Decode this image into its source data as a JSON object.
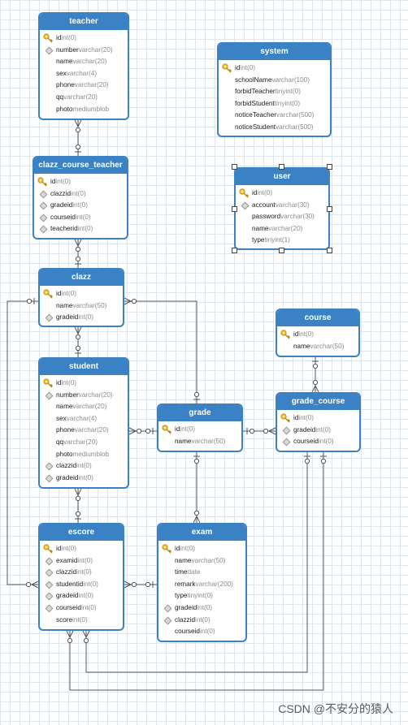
{
  "watermark": "CSDN @不安分的猿人",
  "entities": [
    {
      "id": "teacher",
      "title": "teacher",
      "fields": [
        {
          "name": "id",
          "type": "int(0)",
          "icon": "key"
        },
        {
          "name": "number",
          "type": "varchar(20)",
          "icon": "fk"
        },
        {
          "name": "name",
          "type": "varchar(20)",
          "icon": "none"
        },
        {
          "name": "sex",
          "type": "varchar(4)",
          "icon": "none"
        },
        {
          "name": "phone",
          "type": "varchar(20)",
          "icon": "none"
        },
        {
          "name": "qq",
          "type": "varchar(20)",
          "icon": "none"
        },
        {
          "name": "photo",
          "type": "mediumblob",
          "icon": "none"
        }
      ]
    },
    {
      "id": "clazz_course_teacher",
      "title": "clazz_course_teacher",
      "fields": [
        {
          "name": "id",
          "type": "int(0)",
          "icon": "key"
        },
        {
          "name": "clazzid",
          "type": "int(0)",
          "icon": "fk"
        },
        {
          "name": "gradeid",
          "type": "int(0)",
          "icon": "fk"
        },
        {
          "name": "courseid",
          "type": "int(0)",
          "icon": "fk"
        },
        {
          "name": "teacherid",
          "type": "int(0)",
          "icon": "fk"
        }
      ]
    },
    {
      "id": "clazz",
      "title": "clazz",
      "fields": [
        {
          "name": "id",
          "type": "int(0)",
          "icon": "key"
        },
        {
          "name": "name",
          "type": "varchar(50)",
          "icon": "none"
        },
        {
          "name": "gradeid",
          "type": "int(0)",
          "icon": "fk"
        }
      ]
    },
    {
      "id": "student",
      "title": "student",
      "fields": [
        {
          "name": "id",
          "type": "int(0)",
          "icon": "key"
        },
        {
          "name": "number",
          "type": "varchar(20)",
          "icon": "fk"
        },
        {
          "name": "name",
          "type": "varchar(20)",
          "icon": "none"
        },
        {
          "name": "sex",
          "type": "varchar(4)",
          "icon": "none"
        },
        {
          "name": "phone",
          "type": "varchar(20)",
          "icon": "none"
        },
        {
          "name": "qq",
          "type": "varchar(20)",
          "icon": "none"
        },
        {
          "name": "photo",
          "type": "mediumblob",
          "icon": "none"
        },
        {
          "name": "clazzid",
          "type": "int(0)",
          "icon": "fk"
        },
        {
          "name": "gradeid",
          "type": "int(0)",
          "icon": "fk"
        }
      ]
    },
    {
      "id": "escore",
      "title": "escore",
      "fields": [
        {
          "name": "id",
          "type": "int(0)",
          "icon": "key"
        },
        {
          "name": "examid",
          "type": "int(0)",
          "icon": "fk"
        },
        {
          "name": "clazzid",
          "type": "int(0)",
          "icon": "fk"
        },
        {
          "name": "studentid",
          "type": "int(0)",
          "icon": "fk"
        },
        {
          "name": "gradeid",
          "type": "int(0)",
          "icon": "fk"
        },
        {
          "name": "courseid",
          "type": "int(0)",
          "icon": "fk"
        },
        {
          "name": "score",
          "type": "int(0)",
          "icon": "none"
        }
      ]
    },
    {
      "id": "grade",
      "title": "grade",
      "fields": [
        {
          "name": "id",
          "type": "int(0)",
          "icon": "key"
        },
        {
          "name": "name",
          "type": "varchar(50)",
          "icon": "none"
        }
      ]
    },
    {
      "id": "exam",
      "title": "exam",
      "fields": [
        {
          "name": "id",
          "type": "int(0)",
          "icon": "key"
        },
        {
          "name": "name",
          "type": "varchar(50)",
          "icon": "none"
        },
        {
          "name": "time",
          "type": "date",
          "icon": "none"
        },
        {
          "name": "remark",
          "type": "varchar(200)",
          "icon": "none"
        },
        {
          "name": "type",
          "type": "tinyint(0)",
          "icon": "none"
        },
        {
          "name": "gradeid",
          "type": "int(0)",
          "icon": "fk"
        },
        {
          "name": "clazzid",
          "type": "int(0)",
          "icon": "fk"
        },
        {
          "name": "courseid",
          "type": "int(0)",
          "icon": "none"
        }
      ]
    },
    {
      "id": "system",
      "title": "system",
      "fields": [
        {
          "name": "id",
          "type": "int(0)",
          "icon": "key"
        },
        {
          "name": "schoolName",
          "type": "varchar(100)",
          "icon": "none"
        },
        {
          "name": "forbidTeacher",
          "type": "tinyint(0)",
          "icon": "none"
        },
        {
          "name": "forbidStudent",
          "type": "tinyint(0)",
          "icon": "none"
        },
        {
          "name": "noticeTeacher",
          "type": "varchar(500)",
          "icon": "none"
        },
        {
          "name": "noticeStudent",
          "type": "varchar(500)",
          "icon": "none"
        }
      ]
    },
    {
      "id": "user",
      "title": "user",
      "fields": [
        {
          "name": "id",
          "type": "int(0)",
          "icon": "key"
        },
        {
          "name": "account",
          "type": "varchar(30)",
          "icon": "fk"
        },
        {
          "name": "password",
          "type": "varchar(30)",
          "icon": "none"
        },
        {
          "name": "name",
          "type": "varchar(20)",
          "icon": "none"
        },
        {
          "name": "type",
          "type": "tinyint(1)",
          "icon": "none"
        }
      ]
    },
    {
      "id": "course",
      "title": "course",
      "fields": [
        {
          "name": "id",
          "type": "int(0)",
          "icon": "key"
        },
        {
          "name": "name",
          "type": "varchar(50)",
          "icon": "none"
        }
      ]
    },
    {
      "id": "grade_course",
      "title": "grade_course",
      "fields": [
        {
          "name": "id",
          "type": "int(0)",
          "icon": "key"
        },
        {
          "name": "gradeid",
          "type": "int(0)",
          "icon": "fk"
        },
        {
          "name": "courseid",
          "type": "int(0)",
          "icon": "fk"
        }
      ]
    }
  ],
  "relations": [
    {
      "from": "clazz_course_teacher",
      "to": "teacher"
    },
    {
      "from": "clazz",
      "to": "clazz_course_teacher"
    },
    {
      "from": "student",
      "to": "clazz"
    },
    {
      "from": "escore",
      "to": "student"
    },
    {
      "from": "student",
      "to": "grade"
    },
    {
      "from": "exam",
      "to": "grade"
    },
    {
      "from": "grade_course",
      "to": "grade"
    },
    {
      "from": "grade_course",
      "to": "course"
    },
    {
      "from": "clazz",
      "to": "grade"
    },
    {
      "from": "escore",
      "to": "clazz"
    },
    {
      "from": "escore",
      "to": "exam"
    },
    {
      "from": "escore",
      "to": "grade_course"
    },
    {
      "from": "escore",
      "to": "grade_course"
    }
  ]
}
